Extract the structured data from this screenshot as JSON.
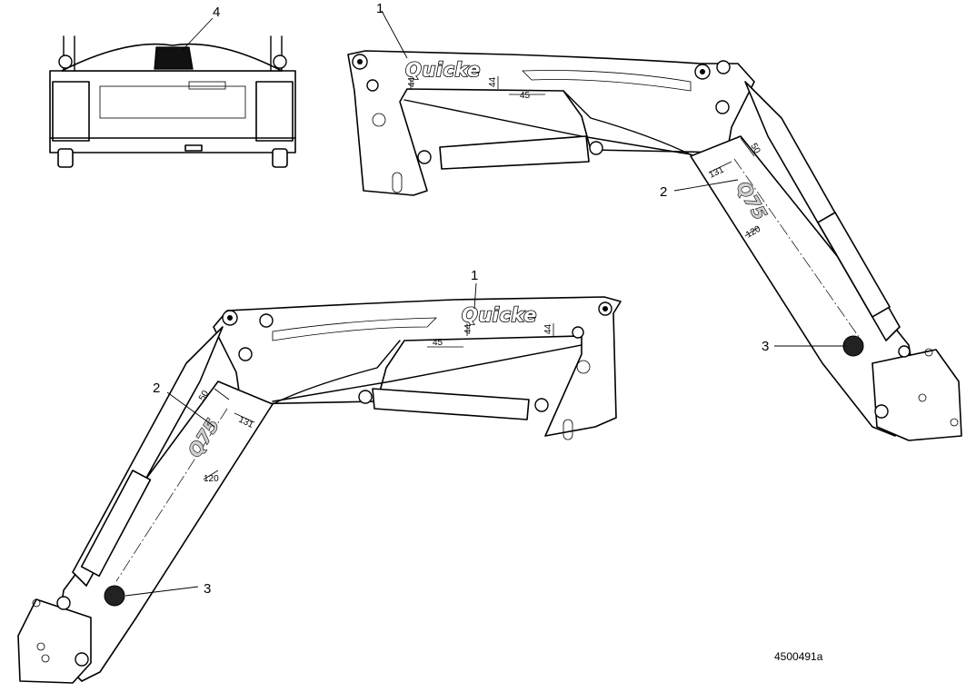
{
  "callouts": {
    "top_left_4": "4",
    "top_right_1": "1",
    "top_right_2": "2",
    "top_right_3": "3",
    "bottom_1": "1",
    "bottom_2": "2",
    "bottom_3": "3"
  },
  "dimensions": {
    "tr_45": "45",
    "tr_44a": "44",
    "tr_44b": "44",
    "tr_50": "50",
    "tr_131": "131",
    "tr_120": "120",
    "b_45": "45",
    "b_44a": "44",
    "b_44b": "44",
    "b_50": "50",
    "b_131": "131",
    "b_120": "120"
  },
  "decals": {
    "brand": "Quicke",
    "model": "Q75"
  },
  "reference_code": "4500491a"
}
